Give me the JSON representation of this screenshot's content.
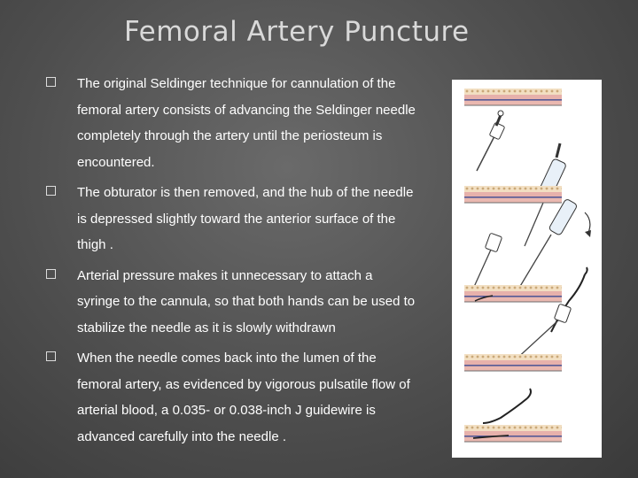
{
  "slide": {
    "title": "Femoral Artery Puncture",
    "bullets": [
      "The original Seldinger technique for cannulation of the femoral artery consists of advancing the Seldinger needle completely through the artery until the periosteum is encountered.",
      "The obturator is then removed, and the hub of the needle is depressed slightly toward the anterior surface of the thigh .",
      "Arterial pressure makes it unnecessary to attach a syringe to the cannula, so that both hands can be used to stabilize the needle as it is slowly withdrawn",
      "When the needle comes back into the lumen of the femoral artery, as evidenced by vigorous pulsatile flow of arterial blood, a 0.035- or 0.038-inch J guidewire is advanced carefully into the needle ."
    ],
    "bullet_icon": "hollow-square-bullet"
  },
  "colors": {
    "title": "#d9d9d9",
    "text": "#ffffff",
    "skin": "#e8c9a0",
    "tissue": "#f0dcc0",
    "artery": "#d98c8c",
    "vessel_line": "#2a3f8f"
  }
}
